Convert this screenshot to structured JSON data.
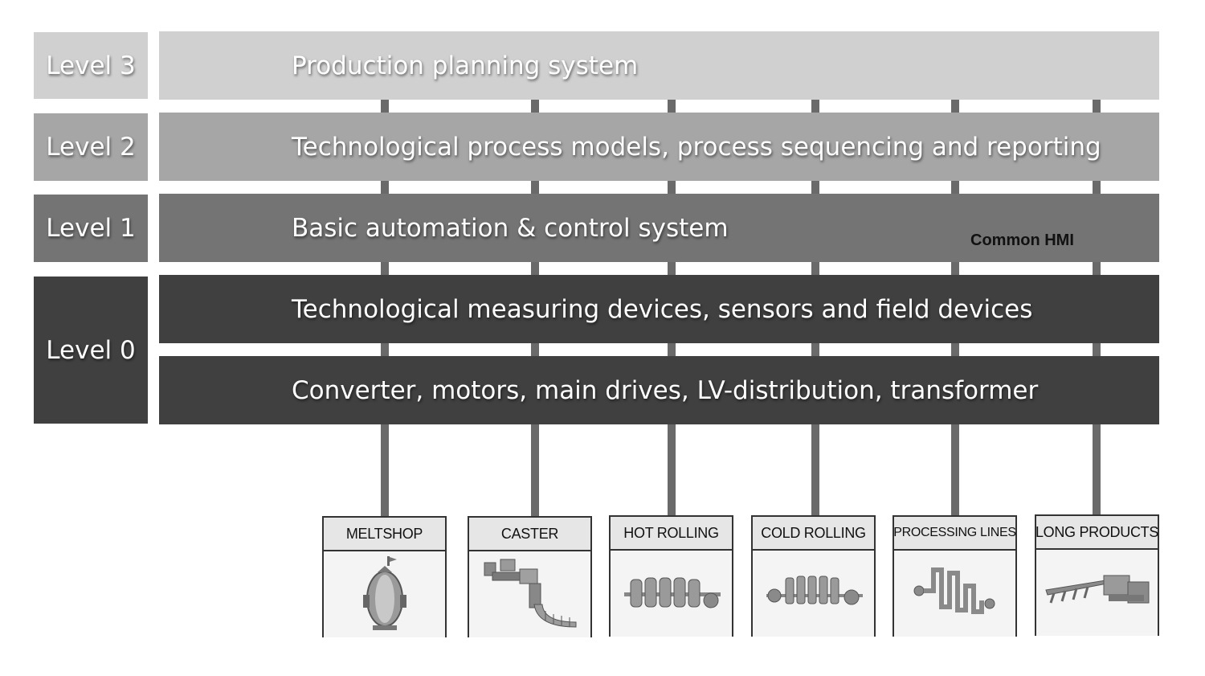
{
  "levels": [
    {
      "label": "Level 3",
      "color": "#d0d0d0"
    },
    {
      "label": "Level 2",
      "color": "#a6a6a6"
    },
    {
      "label": "Level 1",
      "color": "#747474"
    },
    {
      "label": "Level 0",
      "color": "#404040"
    }
  ],
  "bands": [
    {
      "text": "Production planning system",
      "color": "#d0d0d0"
    },
    {
      "text": "Technological process models, process sequencing and reporting",
      "color": "#a6a6a6"
    },
    {
      "text": "Basic automation & control system",
      "color": "#747474"
    },
    {
      "text": "Technological measuring devices, sensors and field devices",
      "color": "#404040"
    },
    {
      "text": "Converter, motors, main drives, LV-distribution, transformer",
      "color": "#404040"
    }
  ],
  "common_hmi": "Common HMI",
  "connector_color": "#6a6a6a",
  "plants": [
    {
      "title": "MELTSHOP",
      "icon": "converter-vessel-icon"
    },
    {
      "title": "CASTER",
      "icon": "continuous-caster-icon"
    },
    {
      "title": "HOT ROLLING",
      "icon": "hot-rolling-mill-icon"
    },
    {
      "title": "COLD ROLLING",
      "icon": "cold-rolling-mill-icon"
    },
    {
      "title": "PROCESSING LINES",
      "icon": "processing-line-icon"
    },
    {
      "title": "LONG PRODUCTS",
      "icon": "long-products-mill-icon"
    }
  ]
}
